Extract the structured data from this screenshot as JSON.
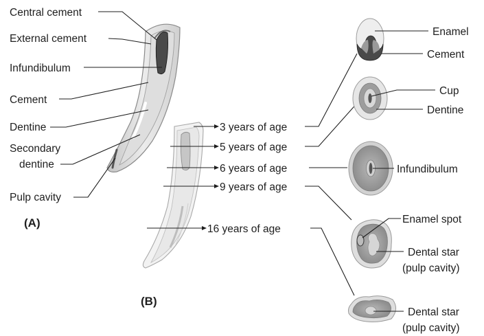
{
  "panel_a": {
    "label": "(A)",
    "labels": {
      "central_cement": "Central cement",
      "external_cement": "External cement",
      "infundibulum": "Infundibulum",
      "cement": "Cement",
      "dentine": "Dentine",
      "secondary_dentine_1": "Secondary",
      "secondary_dentine_2": "dentine",
      "pulp_cavity": "Pulp cavity"
    }
  },
  "panel_b": {
    "label": "(B)",
    "ages": [
      "3 years of age",
      "5 years of age",
      "6 years of age",
      "9 years of age",
      "16 years of age"
    ]
  },
  "sections": {
    "enamel": "Enamel",
    "cement": "Cement",
    "cup": "Cup",
    "dentine": "Dentine",
    "infundibulum": "Infundibulum",
    "enamel_spot": "Enamel spot",
    "dental_star_1_a": "Dental star",
    "dental_star_1_b": "(pulp cavity)",
    "dental_star_2_a": "Dental star",
    "dental_star_2_b": "(pulp cavity)"
  }
}
